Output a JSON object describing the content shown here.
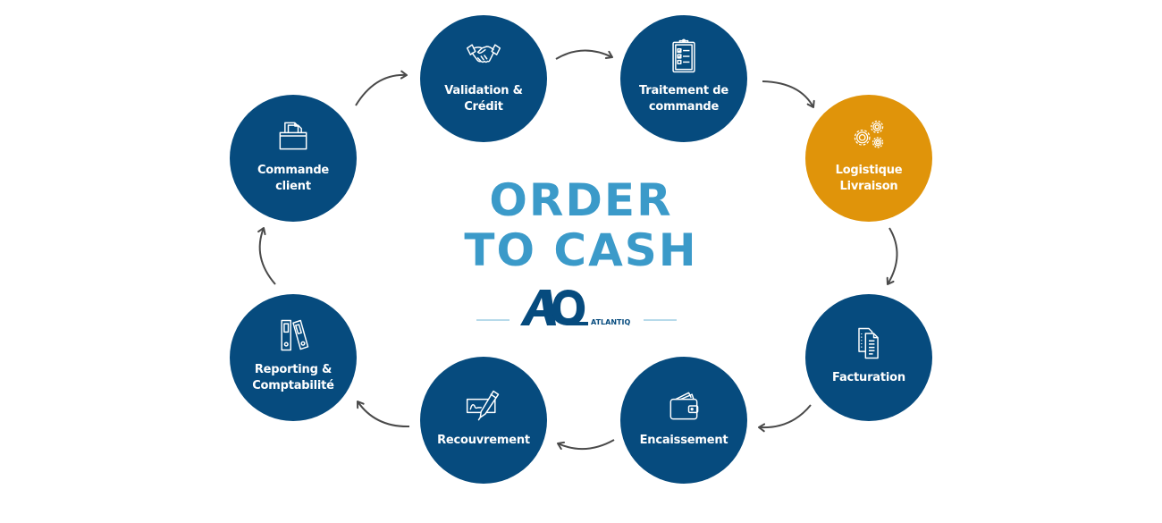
{
  "title": {
    "line1": "ORDER",
    "line2": "TO CASH"
  },
  "logo": {
    "mark": "AQ",
    "brand": "ATLANTIQ"
  },
  "colors": {
    "node": "#064b7e",
    "highlight": "#e0940a",
    "title": "#3b9ac9",
    "arrow": "#4a4a4a",
    "logo": "#064b7e",
    "logo_rule": "#8cc3dd"
  },
  "steps": [
    {
      "id": "validation",
      "label": "Validation &\nCrédit",
      "icon": "handshake-icon",
      "highlight": false
    },
    {
      "id": "traitement",
      "label": "Traitement de\ncommande",
      "icon": "clipboard-checklist-icon",
      "highlight": false
    },
    {
      "id": "logistique",
      "label": "Logistique\nLivraison",
      "icon": "gears-icon",
      "highlight": true
    },
    {
      "id": "facturation",
      "label": "Facturation",
      "icon": "documents-icon",
      "highlight": false
    },
    {
      "id": "encaissement",
      "label": "Encaissement",
      "icon": "wallet-icon",
      "highlight": false
    },
    {
      "id": "recouvrement",
      "label": "Recouvrement",
      "icon": "check-pen-icon",
      "highlight": false
    },
    {
      "id": "reporting",
      "label": "Reporting &\nComptabilité",
      "icon": "binders-icon",
      "highlight": false
    },
    {
      "id": "commande",
      "label": "Commande\nclient",
      "icon": "folder-icon",
      "highlight": false
    }
  ],
  "flow": "clockwise"
}
